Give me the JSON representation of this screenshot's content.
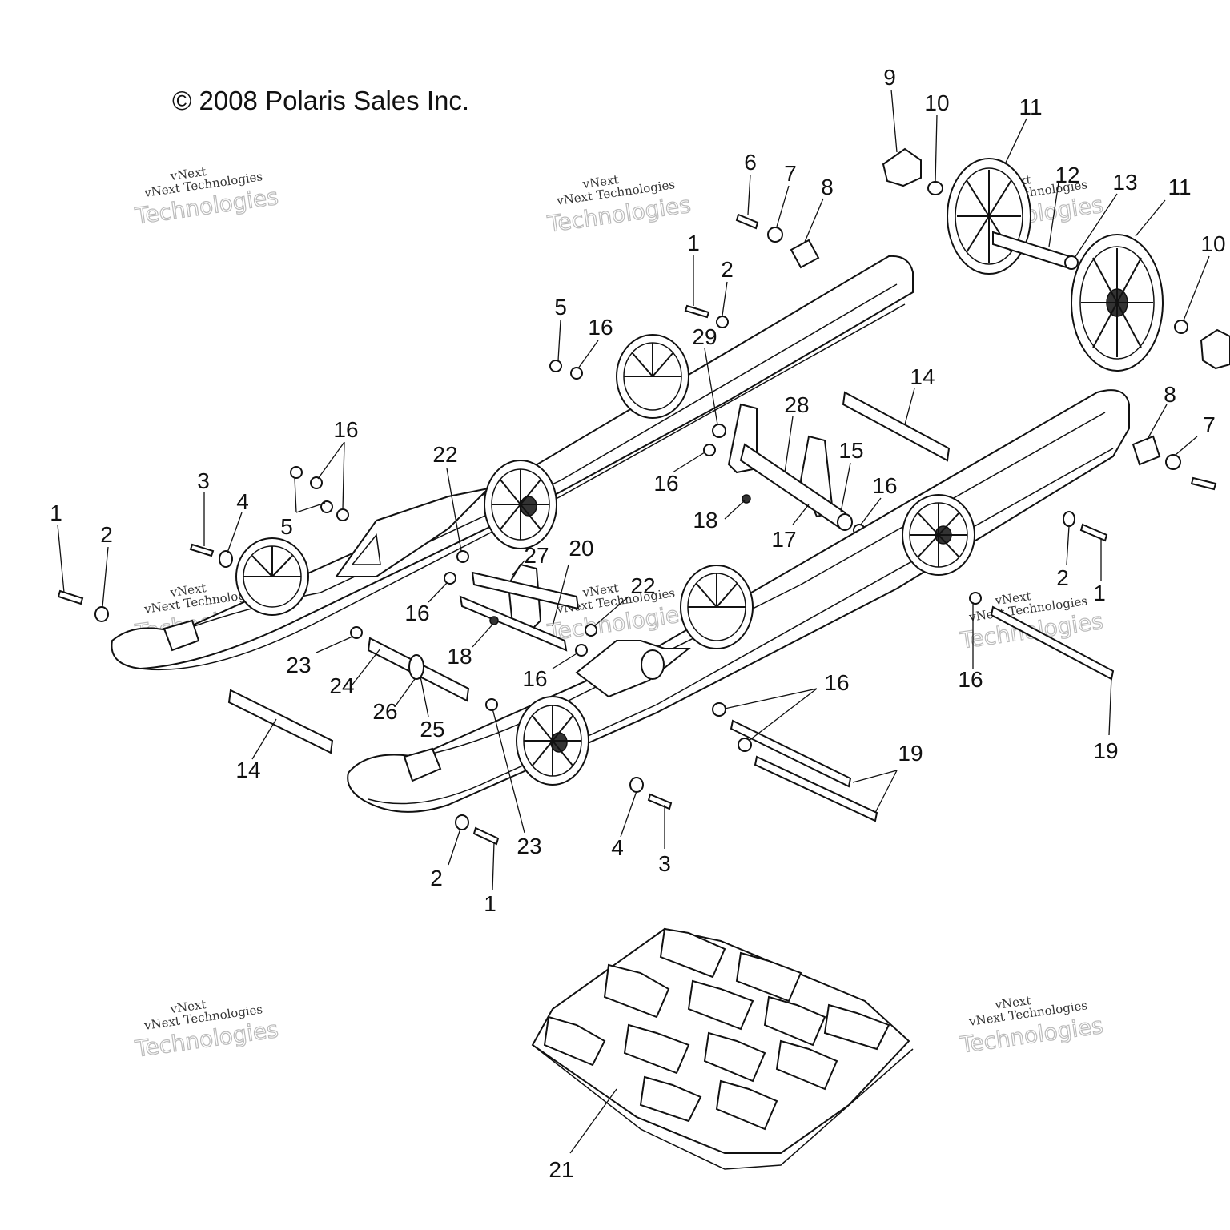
{
  "diagram": {
    "copyright": "© 2008 Polaris Sales Inc.",
    "watermark_top": "vNext",
    "watermark_line": "vNext Technologies",
    "watermark_outline": "Technologies",
    "callouts": [
      {
        "id": "c1",
        "text": "9"
      },
      {
        "id": "c2",
        "text": "10"
      },
      {
        "id": "c3",
        "text": "11"
      },
      {
        "id": "c4",
        "text": "12"
      },
      {
        "id": "c5",
        "text": "13"
      },
      {
        "id": "c6",
        "text": "11"
      },
      {
        "id": "c7",
        "text": "10"
      },
      {
        "id": "c8",
        "text": "6"
      },
      {
        "id": "c9",
        "text": "7"
      },
      {
        "id": "c10",
        "text": "8"
      },
      {
        "id": "c11",
        "text": "1"
      },
      {
        "id": "c12",
        "text": "2"
      },
      {
        "id": "c13",
        "text": "5"
      },
      {
        "id": "c14",
        "text": "16"
      },
      {
        "id": "c15",
        "text": "29"
      },
      {
        "id": "c16",
        "text": "14"
      },
      {
        "id": "c17",
        "text": "8"
      },
      {
        "id": "c18",
        "text": "28"
      },
      {
        "id": "c19",
        "text": "7"
      },
      {
        "id": "c20",
        "text": "15"
      },
      {
        "id": "c21",
        "text": "16"
      },
      {
        "id": "c22",
        "text": "16"
      },
      {
        "id": "c23",
        "text": "16"
      },
      {
        "id": "c24",
        "text": "22"
      },
      {
        "id": "c25",
        "text": "3"
      },
      {
        "id": "c26",
        "text": "4"
      },
      {
        "id": "c27",
        "text": "5"
      },
      {
        "id": "c28",
        "text": "1"
      },
      {
        "id": "c29",
        "text": "2"
      },
      {
        "id": "c30",
        "text": "18"
      },
      {
        "id": "c31",
        "text": "17"
      },
      {
        "id": "c32",
        "text": "2"
      },
      {
        "id": "c33",
        "text": "1"
      },
      {
        "id": "c34",
        "text": "27"
      },
      {
        "id": "c35",
        "text": "20"
      },
      {
        "id": "c36",
        "text": "22"
      },
      {
        "id": "c37",
        "text": "16"
      },
      {
        "id": "c38",
        "text": "18"
      },
      {
        "id": "c39",
        "text": "23"
      },
      {
        "id": "c40",
        "text": "24"
      },
      {
        "id": "c41",
        "text": "16"
      },
      {
        "id": "c42",
        "text": "26"
      },
      {
        "id": "c43",
        "text": "25"
      },
      {
        "id": "c44",
        "text": "16"
      },
      {
        "id": "c45",
        "text": "16"
      },
      {
        "id": "c46",
        "text": "19"
      },
      {
        "id": "c47",
        "text": "14"
      },
      {
        "id": "c48",
        "text": "19"
      },
      {
        "id": "c49",
        "text": "23"
      },
      {
        "id": "c50",
        "text": "4"
      },
      {
        "id": "c51",
        "text": "3"
      },
      {
        "id": "c52",
        "text": "2"
      },
      {
        "id": "c53",
        "text": "1"
      },
      {
        "id": "c54",
        "text": "21"
      }
    ]
  }
}
